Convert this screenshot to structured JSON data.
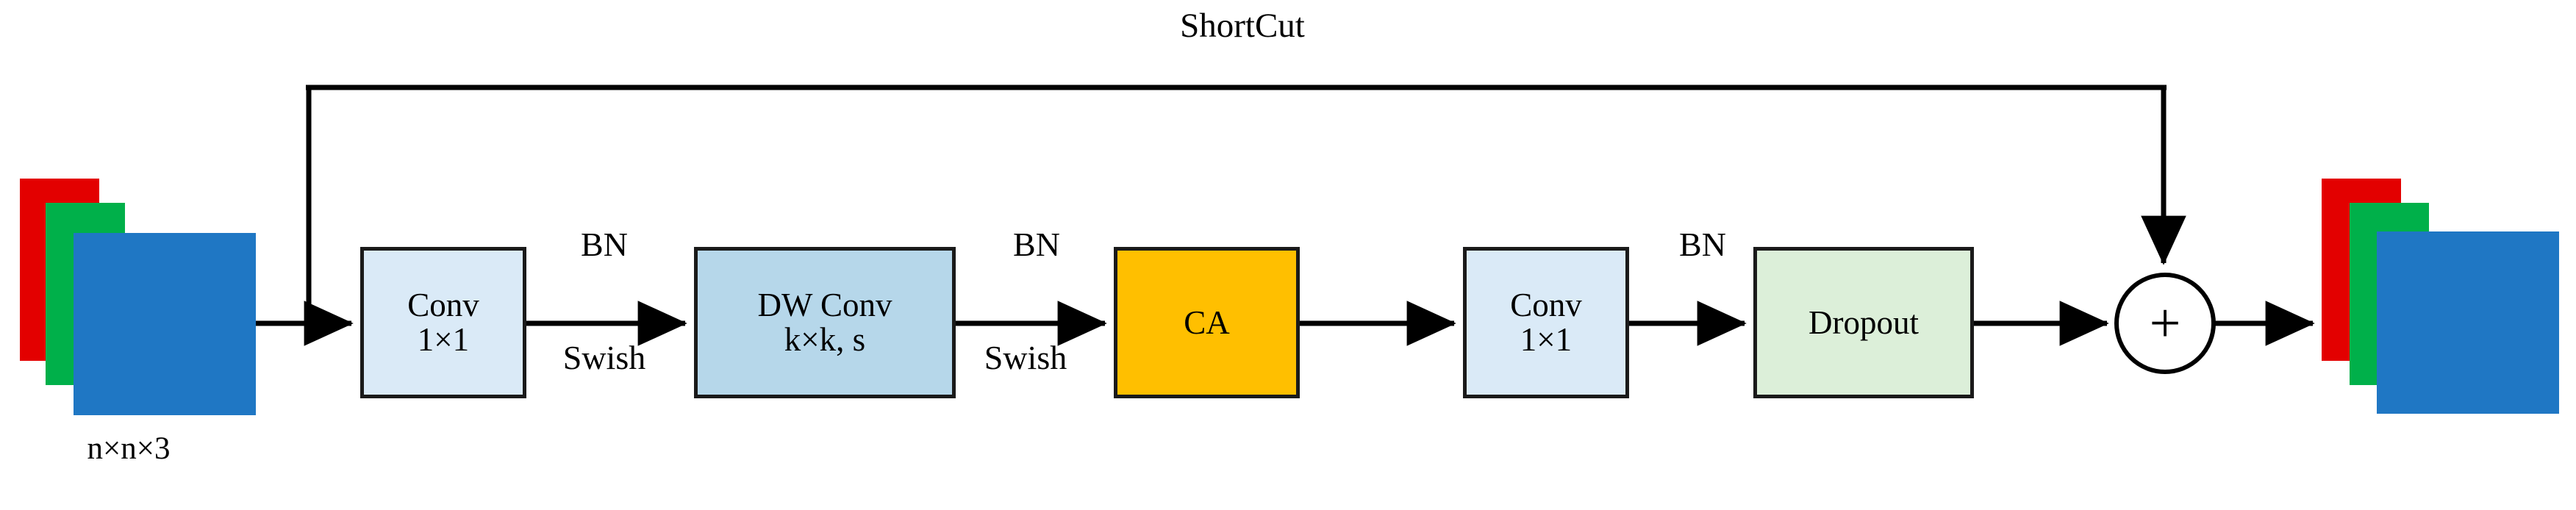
{
  "diagram": {
    "title": "ShortCut",
    "shortcut_label": "ShortCut",
    "input_tensor_caption": "n×n×3",
    "colors": {
      "conv_fill": "#daeaf7",
      "dwconv_fill": "#b6d7ea",
      "ca_fill": "#ffbf00",
      "dropout_fill": "#dcefd9",
      "stroke": "#1a1a1a",
      "plate_red": "#e30000",
      "plate_green": "#00b04a",
      "plate_blue": "#1f77c4",
      "line": "#000000"
    },
    "nodes": [
      {
        "id": "conv1",
        "name": "conv-1x1-first",
        "lines": [
          "Conv",
          "1×1"
        ],
        "fill_key": "conv_fill"
      },
      {
        "id": "dwconv",
        "name": "dw-conv",
        "lines": [
          "DW Conv",
          "k×k, s"
        ],
        "fill_key": "dwconv_fill"
      },
      {
        "id": "ca",
        "name": "coordinate-attention",
        "lines": [
          "CA"
        ],
        "fill_key": "ca_fill"
      },
      {
        "id": "conv2",
        "name": "conv-1x1-second",
        "lines": [
          "Conv",
          "1×1"
        ],
        "fill_key": "conv_fill"
      },
      {
        "id": "dropout",
        "name": "dropout",
        "lines": [
          "Dropout"
        ],
        "fill_key": "dropout_fill"
      }
    ],
    "edge_labels": [
      {
        "id": "bn1",
        "above": "BN",
        "below": "Swish"
      },
      {
        "id": "bn2",
        "above": "BN",
        "below": "Swish"
      },
      {
        "id": "bn3",
        "above": "BN",
        "below": ""
      }
    ],
    "edge_label_values": {
      "bn1_above": "BN",
      "bn1_below": "Swish",
      "bn2_above": "BN",
      "bn2_below": "Swish",
      "bn3_above": "BN"
    },
    "adder": {
      "symbol": "+",
      "name": "residual-add"
    },
    "input_plates": [
      {
        "channel": "red",
        "color": "#e30000"
      },
      {
        "channel": "green",
        "color": "#00b04a"
      },
      {
        "channel": "blue",
        "color": "#1f77c4"
      }
    ],
    "output_plates": [
      {
        "channel": "red",
        "color": "#e30000"
      },
      {
        "channel": "green",
        "color": "#00b04a"
      },
      {
        "channel": "blue",
        "color": "#1f77c4"
      }
    ]
  }
}
